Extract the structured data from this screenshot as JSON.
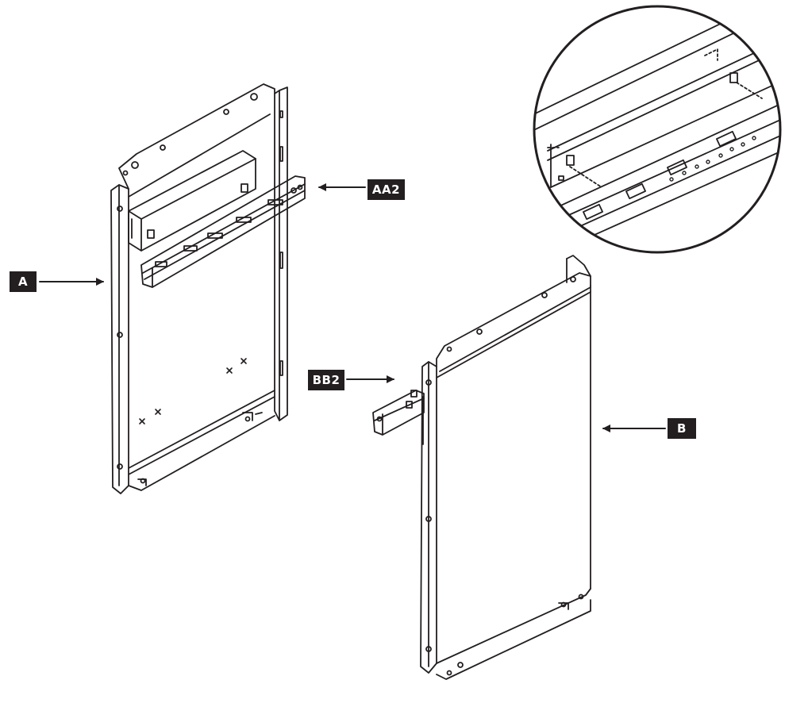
{
  "callouts": {
    "a": "A",
    "aa2": "AA2",
    "bb2": "BB2",
    "b": "B"
  },
  "colors": {
    "line": "#231f20",
    "label_bg": "#231f20",
    "label_text": "#ffffff",
    "background": "#ffffff"
  }
}
